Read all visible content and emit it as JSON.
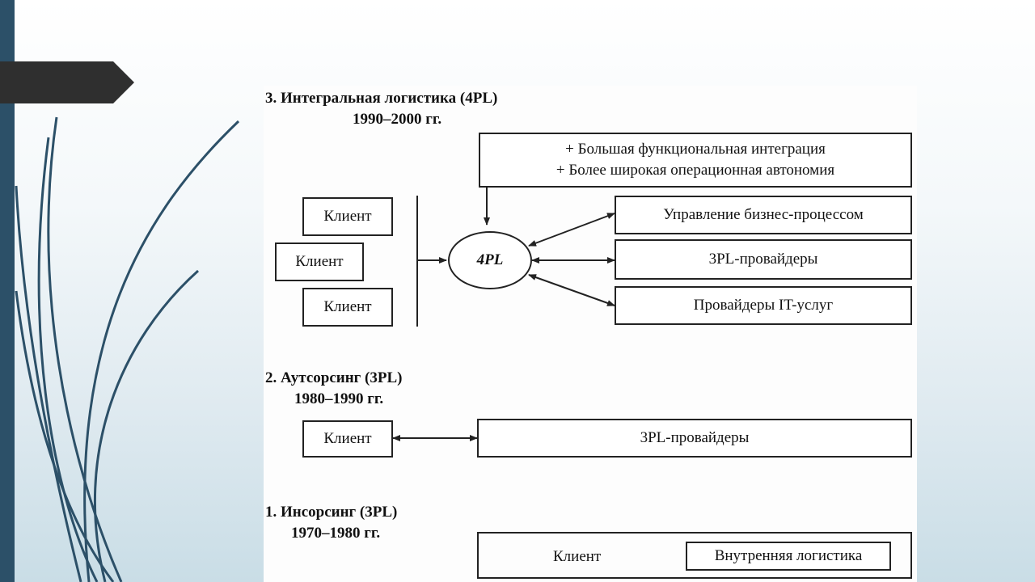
{
  "decor": {
    "accent_color": "#2c5068",
    "tab_color": "#2f2f2f",
    "leaf_color": "#2c5068"
  },
  "figure": {
    "level3": {
      "title": "3. Интегральная логистика (4PL)",
      "period": "1990–2000 гг.",
      "notes": [
        "+ Большая функциональная интеграция",
        "+ Более широкая операционная автономия"
      ],
      "clients": [
        "Клиент",
        "Клиент",
        "Клиент"
      ],
      "hub": "4PL",
      "services": [
        "Управление бизнес-процессом",
        "3PL-провайдеры",
        "Провайдеры IT-услуг"
      ]
    },
    "level2": {
      "title": "2. Аутсорсинг (3PL)",
      "period": "1980–1990 гг.",
      "client": "Клиент",
      "provider": "3PL-провайдеры"
    },
    "level1": {
      "title": "1. Инсорсинг (3PL)",
      "period": "1970–1980 гг.",
      "client": "Клиент",
      "internal": "Внутренняя логистика"
    }
  }
}
